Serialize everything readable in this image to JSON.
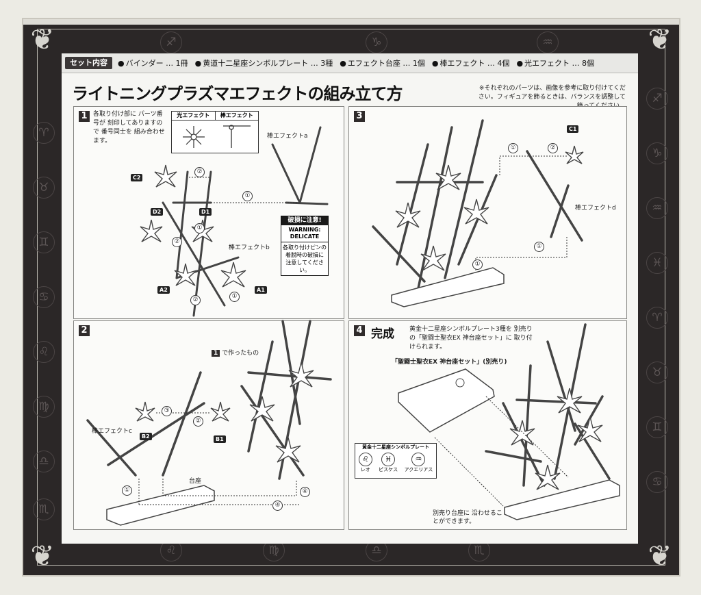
{
  "set_contents": {
    "label": "セット内容",
    "items": [
      "バインダー … 1冊",
      "黄道十二星座シンボルプレート … 3種",
      "エフェクト台座 … 1個",
      "棒エフェクト … 4個",
      "光エフェクト … 8個"
    ]
  },
  "title": "ライトニングプラズマエフェクトの組み立て方",
  "note": "※それぞれのパーツは、画像を参考に取り付けてください。フィギュアを飾るときは、バランスを調整して飾ってください。",
  "step1": {
    "num": "1",
    "text": "各取り付け部に パーツ番号が 刻印してありますので 番号同士を 組み合わせます。",
    "legend_light": "光エフェクト",
    "legend_rod": "棒エフェクト",
    "rod_a": "棒エフェクトa",
    "rod_b": "棒エフェクトb",
    "tags": [
      "C2",
      "D2",
      "D1",
      "A2",
      "A1"
    ],
    "warning": {
      "head": "破損に注意!",
      "en1": "WARNING:",
      "en2": "DELICATE",
      "body": "各取り付けピンの 着脱時の破損に 注意してください。"
    }
  },
  "step2": {
    "num": "2",
    "rod_c": "棒エフェクトc",
    "tags": [
      "B2",
      "B1"
    ],
    "made_in_1": "で作ったもの",
    "made_in_1_num": "1",
    "base": "台座"
  },
  "step3": {
    "num": "3",
    "rod_d": "棒エフェクトd",
    "tags": [
      "C1"
    ]
  },
  "step4": {
    "num": "4",
    "head": "完成",
    "text": "黄金十二星座シンボルプレート3種を 別売りの「聖闘士聖衣EX 神台座セット」に 取り付けられます。",
    "stand_note": "「聖闘士聖衣EX 神台座セット」(別売り)",
    "plate_title": "黄金十二星座シンボルプレート",
    "plates": [
      "レオ",
      "ピスケス",
      "アクエリアス"
    ],
    "footer": "別売り台座に 沿わせることができます。"
  },
  "circled": [
    "①",
    "②",
    "③",
    "④"
  ],
  "colors": {
    "box": "#2b2727",
    "panel": "#f6f6f3",
    "ink": "#111111"
  }
}
